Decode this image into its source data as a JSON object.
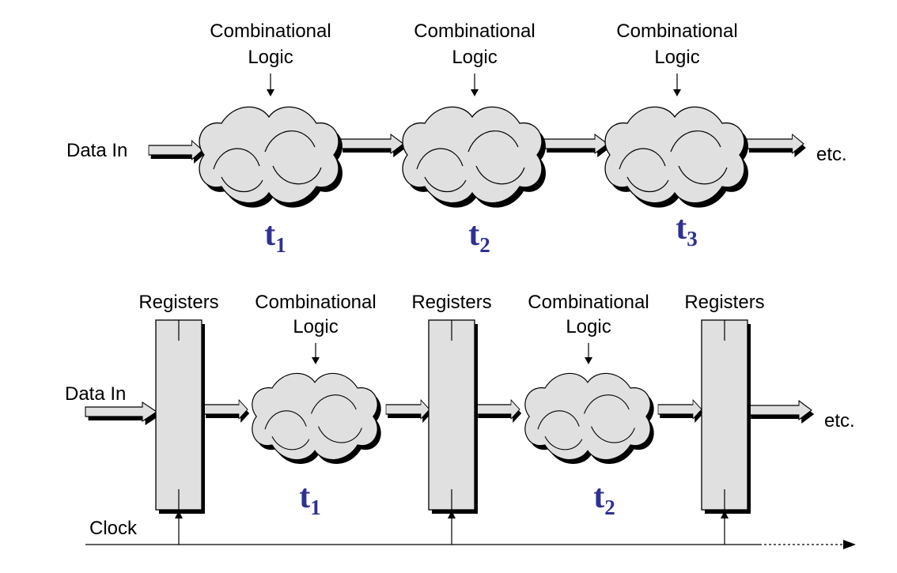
{
  "colors": {
    "shape_fill": "#e0e0e0",
    "shadow": "#000000",
    "line": "#000000",
    "time_label": "#2e3192"
  },
  "icons": {
    "cloud": "cloud-icon",
    "register": "register-block-icon",
    "arrow": "right-arrow-icon"
  },
  "top": {
    "input_label": "Data In",
    "output_label": "etc.",
    "stages": [
      {
        "logic_line1": "Combinational",
        "logic_line2": "Logic",
        "time_base": "t",
        "time_sub": "1"
      },
      {
        "logic_line1": "Combinational",
        "logic_line2": "Logic",
        "time_base": "t",
        "time_sub": "2"
      },
      {
        "logic_line1": "Combinational",
        "logic_line2": "Logic",
        "time_base": "t",
        "time_sub": "3"
      }
    ]
  },
  "bottom": {
    "input_label": "Data In",
    "output_label": "etc.",
    "clock_label": "Clock",
    "registers": [
      {
        "label": "Registers"
      },
      {
        "label": "Registers"
      },
      {
        "label": "Registers"
      }
    ],
    "stages": [
      {
        "logic_line1": "Combinational",
        "logic_line2": "Logic",
        "time_base": "t",
        "time_sub": "1"
      },
      {
        "logic_line1": "Combinational",
        "logic_line2": "Logic",
        "time_base": "t",
        "time_sub": "2"
      }
    ]
  }
}
